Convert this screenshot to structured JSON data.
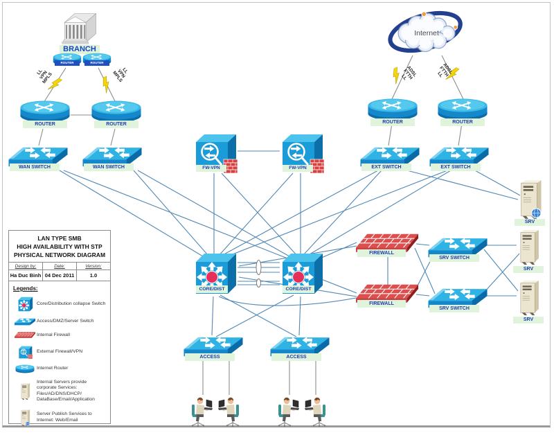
{
  "title_block": {
    "line1": "LAN TYPE SMB",
    "line2": "HIGH AVAILABILITY WITH STP",
    "line3": "PHYSICAL NETWORK DIAGRAM",
    "design_by_label": "Design by:",
    "design_by_value": "Ha Duc Binh",
    "date_label": "Date:",
    "date_value": "04 Dec 2011",
    "version_label": "Version:",
    "version_value": "1.0",
    "legend_heading": "Legends:"
  },
  "legend": {
    "items": [
      {
        "name": "core-switch",
        "text": "Core/Distribution collapse Switch"
      },
      {
        "name": "access-switch",
        "text": "Access/DMZ/Server Switch"
      },
      {
        "name": "internal-firewall",
        "text": "Internal Firewall"
      },
      {
        "name": "external-firewall-vpn",
        "text": "External Firewall/VPN"
      },
      {
        "name": "internet-router",
        "text": "Internet Router"
      },
      {
        "name": "internal-servers",
        "text": "Internal Servers provide corporate Services: Files/AD/DNS/DHCP/ DataBase/Email/Application"
      },
      {
        "name": "publish-server",
        "text": "Server Publish Services to Internet: Web/Email"
      }
    ]
  },
  "nodes": [
    {
      "id": "branch",
      "label": "BRANCH"
    },
    {
      "id": "branch-router-a",
      "label": "ROUTER"
    },
    {
      "id": "branch-router-b",
      "label": "ROUTER"
    },
    {
      "id": "wan-router-a",
      "label": "ROUTER"
    },
    {
      "id": "wan-router-b",
      "label": "ROUTER"
    },
    {
      "id": "wan-switch-a",
      "label": "WAN SWITCH"
    },
    {
      "id": "wan-switch-b",
      "label": "WAN SWITCH"
    },
    {
      "id": "fw-vpn-a",
      "label": "FW-VPN"
    },
    {
      "id": "fw-vpn-b",
      "label": "FW-VPN"
    },
    {
      "id": "internet",
      "label": "Internet"
    },
    {
      "id": "inet-router-a",
      "label": "ROUTER"
    },
    {
      "id": "inet-router-b",
      "label": "ROUTER"
    },
    {
      "id": "ext-switch-a",
      "label": "EXT SWITCH"
    },
    {
      "id": "ext-switch-b",
      "label": "EXT SWITCH"
    },
    {
      "id": "srv-dmz",
      "label": "SRV"
    },
    {
      "id": "core-dist-a",
      "label": "CORE/DIST"
    },
    {
      "id": "core-dist-b",
      "label": "CORE/DIST"
    },
    {
      "id": "firewall-a",
      "label": "FIREWALL"
    },
    {
      "id": "firewall-b",
      "label": "FIREWALL"
    },
    {
      "id": "srv-switch-a",
      "label": "SRV SWITCH"
    },
    {
      "id": "srv-switch-b",
      "label": "SRV SWITCH"
    },
    {
      "id": "srv-a",
      "label": "SRV"
    },
    {
      "id": "srv-b",
      "label": "SRV"
    },
    {
      "id": "access-a",
      "label": "ACCESS"
    },
    {
      "id": "access-b",
      "label": "ACCESS"
    }
  ],
  "link_labels": {
    "branch_wan": {
      "line1": "LL",
      "line2": "VPN",
      "line3": "MPLS"
    },
    "internet_access": {
      "line1": "ADSL",
      "line2": "FTTH",
      "line3": "LL"
    }
  },
  "colors": {
    "link_blue": "#4f87b5",
    "link_gray": "#8c8c8c",
    "device_cyan": "#2fb3e4",
    "device_front_blue": "#1488cb",
    "firewall_red": "#dd4f4f",
    "label_band_green": "#dff4da",
    "label_text_blue": "#1b3bb2",
    "bolt_yellow": "#f6d60a"
  },
  "connections": [
    {
      "from": "branch-router-a",
      "to": "wan-router-a",
      "label": "LL VPN MPLS"
    },
    {
      "from": "branch-router-b",
      "to": "wan-router-b",
      "label": "LL VPN MPLS"
    },
    {
      "from": "wan-router-a",
      "to": "wan-router-b"
    },
    {
      "from": "wan-router-a",
      "to": "wan-switch-a"
    },
    {
      "from": "wan-router-b",
      "to": "wan-switch-b"
    },
    {
      "from": "wan-switch-a",
      "to": "core-dist-a"
    },
    {
      "from": "wan-switch-a",
      "to": "core-dist-b"
    },
    {
      "from": "wan-switch-b",
      "to": "core-dist-a"
    },
    {
      "from": "wan-switch-b",
      "to": "core-dist-b"
    },
    {
      "from": "fw-vpn-a",
      "to": "fw-vpn-b"
    },
    {
      "from": "fw-vpn-a",
      "to": "core-dist-a"
    },
    {
      "from": "fw-vpn-a",
      "to": "core-dist-b"
    },
    {
      "from": "fw-vpn-b",
      "to": "core-dist-a"
    },
    {
      "from": "fw-vpn-b",
      "to": "core-dist-b"
    },
    {
      "from": "internet",
      "to": "inet-router-a",
      "label": "ADSL FTTH LL"
    },
    {
      "from": "internet",
      "to": "inet-router-b",
      "label": "ADSL FTTH LL"
    },
    {
      "from": "inet-router-a",
      "to": "ext-switch-a"
    },
    {
      "from": "inet-router-b",
      "to": "ext-switch-b"
    },
    {
      "from": "ext-switch-a",
      "to": "srv-dmz"
    },
    {
      "from": "ext-switch-b",
      "to": "srv-dmz"
    },
    {
      "from": "ext-switch-a",
      "to": "core-dist-a"
    },
    {
      "from": "ext-switch-a",
      "to": "core-dist-b"
    },
    {
      "from": "ext-switch-b",
      "to": "core-dist-a"
    },
    {
      "from": "ext-switch-b",
      "to": "core-dist-b"
    },
    {
      "from": "core-dist-a",
      "to": "core-dist-b"
    },
    {
      "from": "firewall-a",
      "to": "core-dist-a"
    },
    {
      "from": "firewall-a",
      "to": "core-dist-b"
    },
    {
      "from": "firewall-b",
      "to": "core-dist-a"
    },
    {
      "from": "firewall-b",
      "to": "core-dist-b"
    },
    {
      "from": "firewall-a",
      "to": "firewall-b"
    },
    {
      "from": "firewall-a",
      "to": "srv-switch-a"
    },
    {
      "from": "firewall-a",
      "to": "srv-switch-b"
    },
    {
      "from": "firewall-b",
      "to": "srv-switch-a"
    },
    {
      "from": "firewall-b",
      "to": "srv-switch-b"
    },
    {
      "from": "srv-switch-a",
      "to": "srv-a"
    },
    {
      "from": "srv-switch-a",
      "to": "srv-b"
    },
    {
      "from": "srv-switch-b",
      "to": "srv-a"
    },
    {
      "from": "srv-switch-b",
      "to": "srv-b"
    },
    {
      "from": "core-dist-a",
      "to": "access-a"
    },
    {
      "from": "core-dist-a",
      "to": "access-b"
    },
    {
      "from": "core-dist-b",
      "to": "access-a"
    },
    {
      "from": "core-dist-b",
      "to": "access-b"
    },
    {
      "from": "access-a",
      "to": "workstation-1"
    },
    {
      "from": "access-a",
      "to": "workstation-2"
    },
    {
      "from": "access-b",
      "to": "workstation-3"
    },
    {
      "from": "access-b",
      "to": "workstation-4"
    }
  ]
}
